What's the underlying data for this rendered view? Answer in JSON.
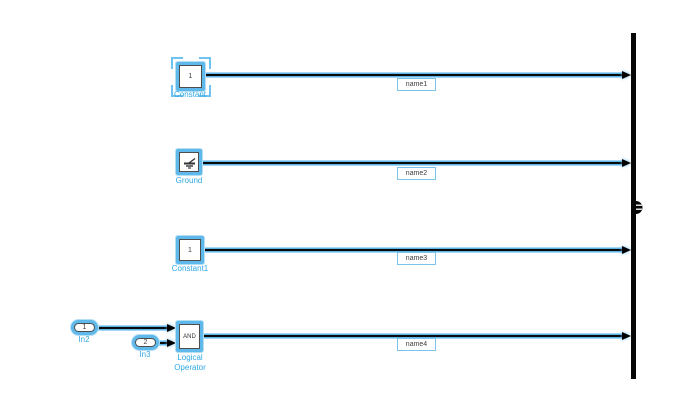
{
  "diagram": {
    "blocks": {
      "constant": {
        "value": "1",
        "label": "Constant"
      },
      "ground": {
        "label": "Ground"
      },
      "constant1": {
        "value": "1",
        "label": "Constant1"
      },
      "in2": {
        "value": "1",
        "label": "In2"
      },
      "in3": {
        "value": "2",
        "label": "In3"
      },
      "logical_operator": {
        "value": "AND",
        "label": "Logical Operator"
      }
    },
    "signals": [
      {
        "name": "name1"
      },
      {
        "name": "name2"
      },
      {
        "name": "name3"
      },
      {
        "name": "name4"
      }
    ],
    "colors": {
      "selection_highlight": "#5fb8ea",
      "label_text": "#2fa8e4",
      "wire_core": "#0a0a0a",
      "block_border": "#4d4d4d",
      "mux_fill": "#070707"
    }
  }
}
